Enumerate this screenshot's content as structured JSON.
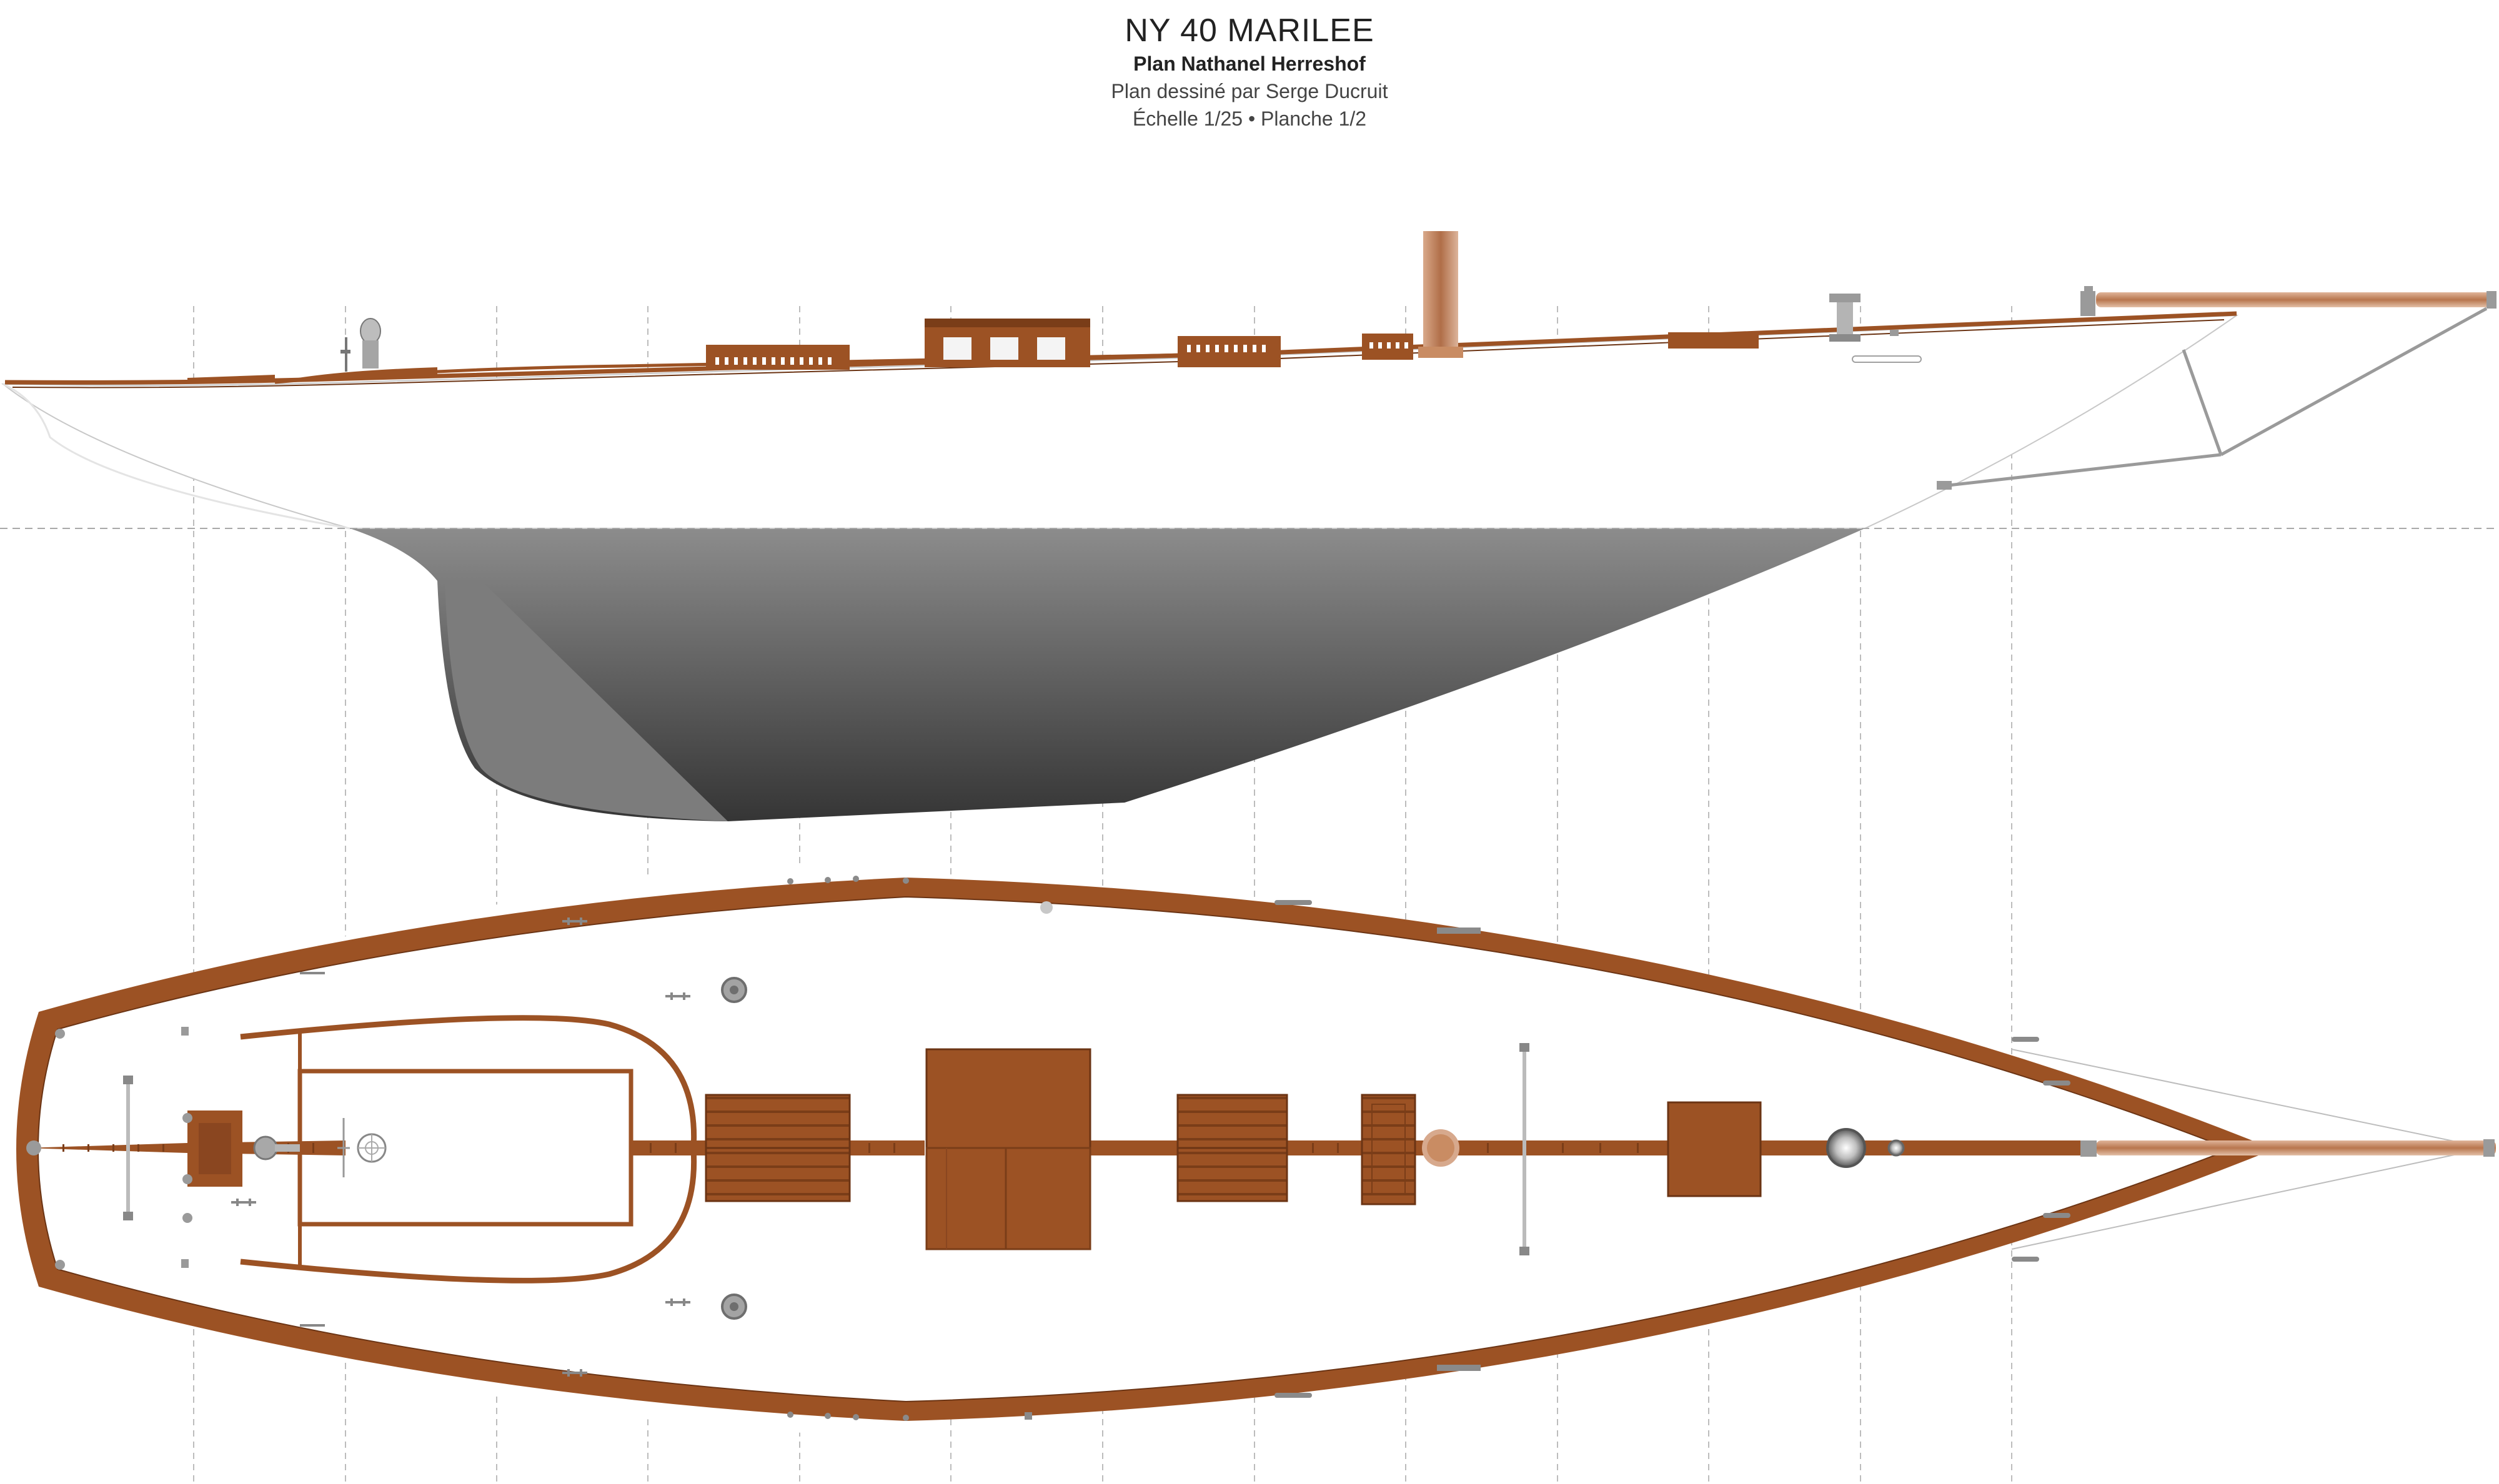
{
  "title": {
    "main": "NY 40 MARILEE",
    "designer": "Plan Nathanel Herreshof",
    "drawn_by": "Plan dessiné par Serge Ducruit",
    "scale_sheet": "Échelle 1/25 • Planche 1/2"
  },
  "colors": {
    "wood": "#9c5224",
    "wood_dark": "#6b3414",
    "bronze": "#c98c63",
    "hull_white": "#ffffff",
    "underbody_top": "#8a8a8a",
    "underbody_bottom": "#3a3a3a",
    "keel_grey": "#7a7a7a",
    "station_line": "#bdbdbd",
    "hardware_grey": "#9a9a9a"
  },
  "views": {
    "profile": "side-elevation",
    "deck": "deck-plan"
  }
}
